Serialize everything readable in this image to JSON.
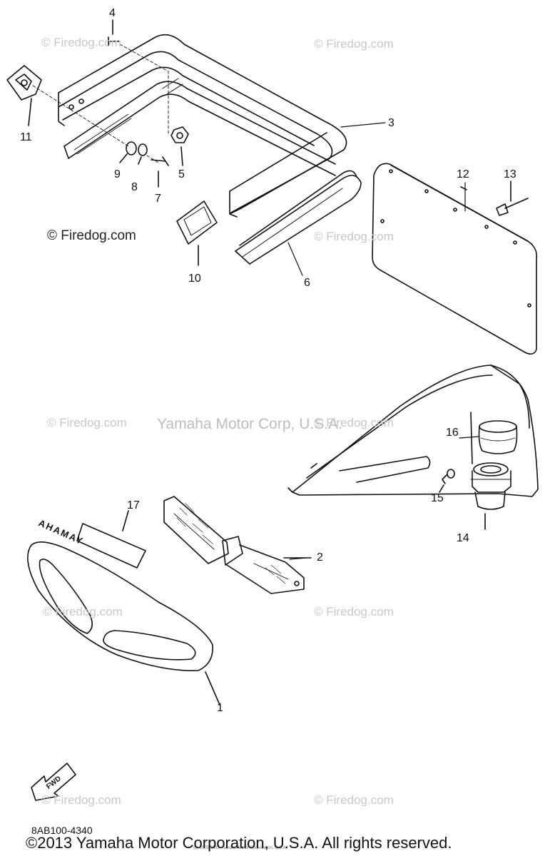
{
  "diagram": {
    "part_number_labels": [
      "4",
      "11",
      "9",
      "8",
      "7",
      "5",
      "3",
      "13",
      "12",
      "10",
      "6",
      "16",
      "15",
      "14",
      "17",
      "2",
      "1"
    ],
    "site_credit": "© Firedog.com",
    "watermark_text": "© Firedog.com",
    "center_watermark": "Yamaha Motor Corp, U.S.A.",
    "decal_text": "YAMAHA",
    "fwd_arrow_label": "FWD",
    "drawing_code": "8AB100-4340",
    "tiny_print": "(c) 2005-2015 Yamaha Motor Corporation, U.S.A.",
    "copyright": "©2013 Yamaha Motor Corporation, U.S.A. All rights reserved."
  }
}
